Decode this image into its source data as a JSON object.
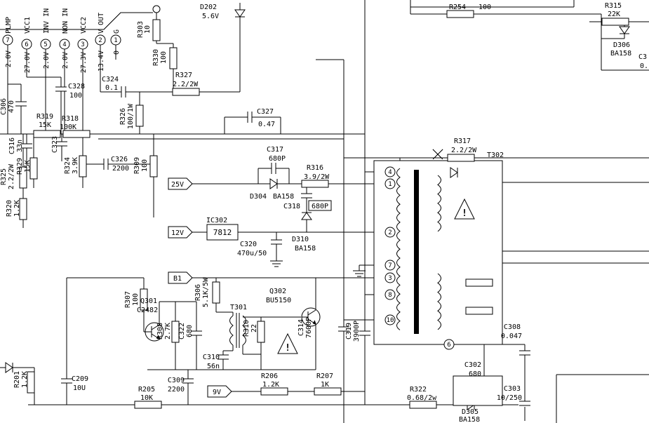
{
  "ic_pins": [
    {
      "num": "7",
      "name": "PLMP",
      "volt": "2.0V"
    },
    {
      "num": "6",
      "name": "VCC1",
      "volt": "27.0V"
    },
    {
      "num": "5",
      "name": "INV IN",
      "volt": "2.0V"
    },
    {
      "num": "4",
      "name": "NON IN",
      "volt": "2.0V"
    },
    {
      "num": "3",
      "name": "VCC2",
      "volt": "27.3V"
    },
    {
      "num": "2",
      "name": "V OUT",
      "volt": "13.4V"
    },
    {
      "num": "1",
      "name": "G",
      "volt": "0"
    }
  ],
  "t302_pins": [
    "4",
    "1",
    "2",
    "7",
    "3",
    "8",
    "10",
    "6"
  ],
  "tags": {
    "t25": "25V",
    "t12": "12V",
    "b1": "B1",
    "t9": "9V"
  },
  "ics": {
    "reg": {
      "ref": "IC302",
      "part": "7812"
    }
  },
  "transformers": {
    "t301": "T301",
    "t302": "T302"
  },
  "warning": "!",
  "parts": {
    "c306": {
      "ref": "C306",
      "val": "470"
    },
    "r319": {
      "ref": "R319",
      "val": "15K"
    },
    "r318": {
      "ref": "R318",
      "val": "100K"
    },
    "c316": {
      "ref": "C316",
      "val": "33n"
    },
    "c323": {
      "ref": "C323",
      "val": ""
    },
    "r329": {
      "ref": "R329",
      "val": "15K"
    },
    "r324": {
      "ref": "R324",
      "val": "3.9K"
    },
    "r325": {
      "ref": "R325",
      "val": "2.2/2W"
    },
    "r320": {
      "ref": "R320",
      "val": "1.2K"
    },
    "c326": {
      "ref": "C326",
      "val": "2200"
    },
    "r309": {
      "ref": "R309",
      "val": "100"
    },
    "r303": {
      "ref": "R303",
      "val": "10"
    },
    "r330": {
      "ref": "R330",
      "val": "100"
    },
    "c324": {
      "ref": "C324",
      "val": "0.1"
    },
    "r327": {
      "ref": "R327",
      "val": "2.2/2W"
    },
    "d202": {
      "ref": "D202",
      "val": "5.6V"
    },
    "c328": {
      "ref": "C328",
      "val": "100"
    },
    "r326": {
      "ref": "R326",
      "val": "100/1W"
    },
    "c327": {
      "ref": "C327",
      "val": "0.47"
    },
    "r254": {
      "ref": "R254",
      "val": "100"
    },
    "r315": {
      "ref": "R315",
      "val": "22K"
    },
    "d306": {
      "ref": "D306",
      "val": "BA158"
    },
    "c317": {
      "ref": "C317",
      "val": "680P"
    },
    "r316": {
      "ref": "R316",
      "val": "3.9/2W"
    },
    "d304": {
      "ref": "D304",
      "val": "BA158"
    },
    "c318": {
      "ref": "C318",
      "val": "680P"
    },
    "c320": {
      "ref": "C320",
      "val": "470u/50"
    },
    "d310": {
      "ref": "D310",
      "val": "BA158"
    },
    "r317": {
      "ref": "R317",
      "val": "2.2/2W"
    },
    "c308": {
      "ref": "C308",
      "val": "0.047"
    },
    "c302": {
      "ref": "C302",
      "val": "680"
    },
    "r322": {
      "ref": "R322",
      "val": "0.68/2w"
    },
    "c303": {
      "ref": "C303",
      "val": "10/250"
    },
    "d305": {
      "ref": "D305",
      "val": "BA158"
    },
    "q301": {
      "ref": "Q301",
      "val": "C2482"
    },
    "q302": {
      "ref": "Q302",
      "val": "BU5150"
    },
    "r306": {
      "ref": "R306",
      "val": "5.1K/5W"
    },
    "r307": {
      "ref": "R307",
      "val": "100"
    },
    "r308": {
      "ref": "R308",
      "val": "2.7K"
    },
    "c322": {
      "ref": "C322",
      "val": "680"
    },
    "c309": {
      "ref": "C309",
      "val": "2200"
    },
    "c310": {
      "ref": "C310",
      "val": "56n"
    },
    "r310": {
      "ref": "R310",
      "val": "22"
    },
    "c314": {
      "ref": "C314",
      "val": "7600P"
    },
    "c319": {
      "ref": "C319",
      "val": "3900P"
    },
    "r206": {
      "ref": "R206",
      "val": "1.2K"
    },
    "r207": {
      "ref": "R207",
      "val": "1K"
    },
    "c209": {
      "ref": "C209",
      "val": "10U"
    },
    "r201": {
      "ref": "R201",
      "val": "1.2K"
    },
    "r205": {
      "ref": "R205",
      "val": "10K"
    },
    "edge": {
      "ref": "C3",
      "val": "0."
    }
  }
}
